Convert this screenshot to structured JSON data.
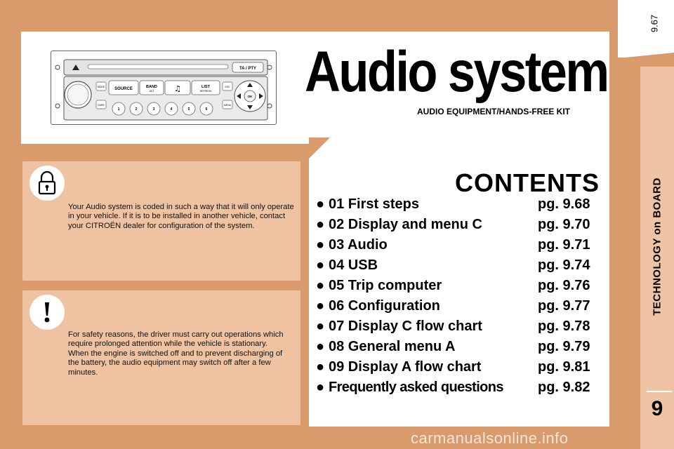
{
  "page": {
    "number": "9.67",
    "title": "Audio system",
    "subtitle": "AUDIO EQUIPMENT/HANDS-FREE KIT",
    "chapter_title": "TECHNOLOGY on BOARD",
    "chapter_number": "9"
  },
  "radio": {
    "buttons": [
      "SOURCE",
      "BAND",
      "LIST",
      "ESC",
      "MENU",
      "MODE",
      "DARK",
      "TA / PTY",
      "OK"
    ],
    "band_sub": "AST",
    "list_sub": "REFRESH",
    "presets": [
      "1",
      "2",
      "3",
      "4",
      "5",
      "6"
    ]
  },
  "notices": {
    "security_text": "Your Audio system is coded in such a way that it will only operate in your vehicle. If it is to be installed in another vehicle, contact your CITROËN dealer for configuration of the system.",
    "safety_text_1": "For safety reasons, the driver must carry out operations which require prolonged attention while the vehicle is stationary.",
    "safety_text_2": "When the engine is switched off and to prevent discharging of the battery, the audio equipment may switch off after a few minutes.",
    "warning_glyph": "!"
  },
  "contents": {
    "title": "CONTENTS",
    "bullet": "●",
    "items": [
      {
        "label": "01 First steps",
        "page": "pg. 9.68"
      },
      {
        "label": "02 Display and menu C",
        "page": "pg. 9.70"
      },
      {
        "label": "03 Audio",
        "page": "pg. 9.71"
      },
      {
        "label": "04 USB",
        "page": "pg. 9.74"
      },
      {
        "label": "05 Trip computer",
        "page": "pg. 9.76"
      },
      {
        "label": "06 Configuration",
        "page": "pg. 9.77"
      },
      {
        "label": "07 Display C flow chart",
        "page": "pg. 9.78"
      },
      {
        "label": "08 General menu A",
        "page": "pg. 9.79"
      },
      {
        "label": "09 Display A flow chart",
        "page": "pg. 9.81"
      },
      {
        "label": "Frequently asked questions",
        "page": "pg. 9.82"
      }
    ]
  },
  "watermark": "carmanualsonline.info",
  "colors": {
    "background": "#d99a6c",
    "notice_panel": "#efc3a1",
    "side_band": "#eec4a4",
    "panel": "#ffffff"
  }
}
